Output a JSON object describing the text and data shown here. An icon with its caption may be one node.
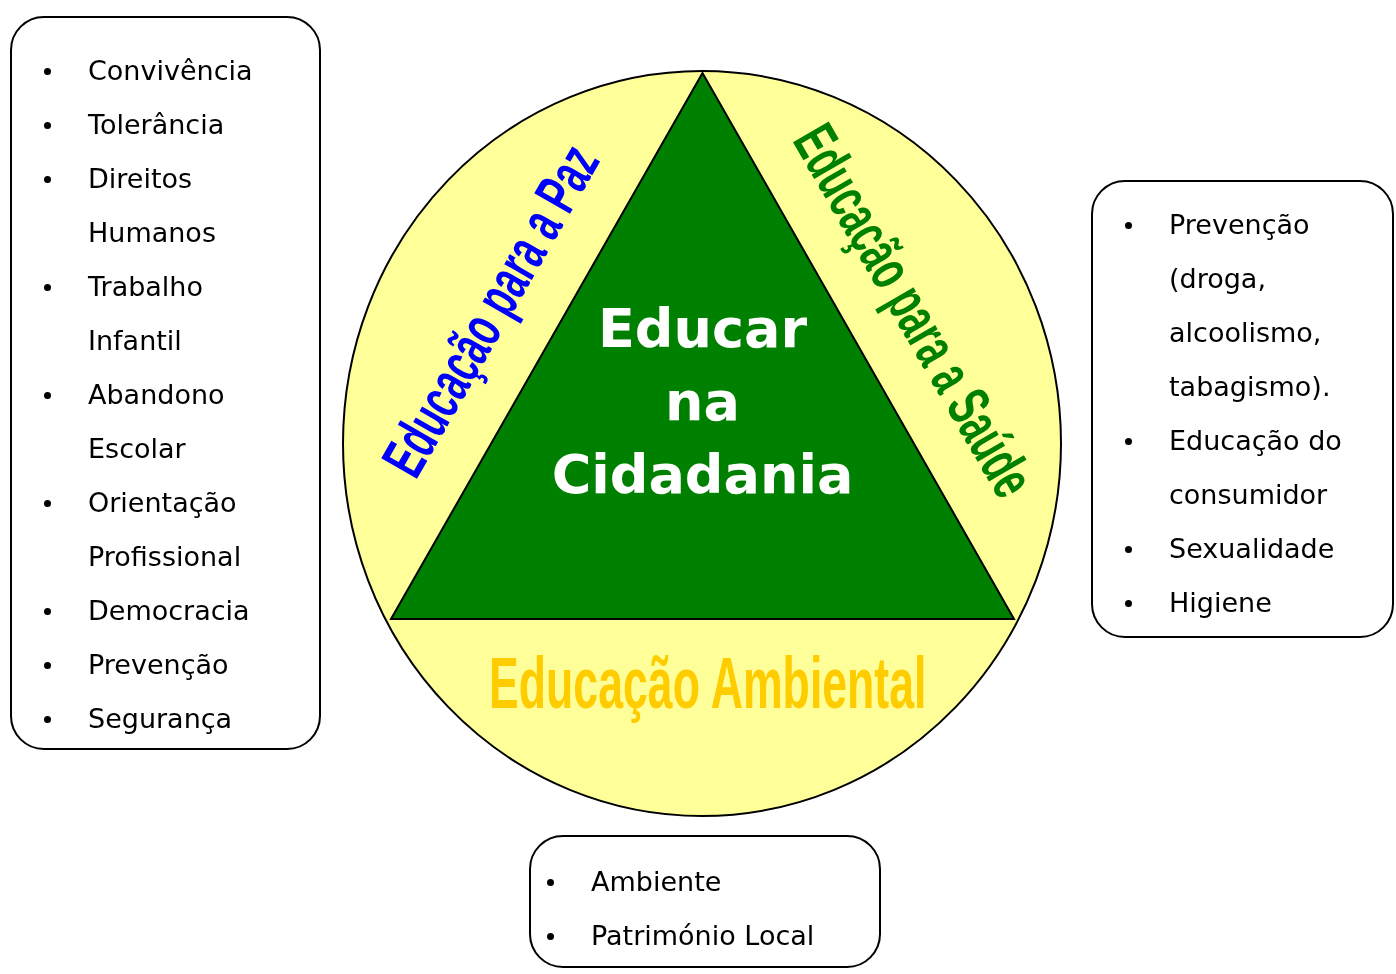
{
  "diagram": {
    "nodes": [
      {
        "text": [
          "Convivência",
          "Tolerância",
          "Direitos Humanos",
          "Trabalho Infantil",
          "Abandono Escolar",
          "Orientação Profissional",
          "Democracia",
          "Prevenção",
          "Segurança"
        ]
      },
      {
        "text": [
          "Educação para a Paz",
          "Educação para a Saúde",
          "Educação Ambiental"
        ]
      },
      {
        "text": [
          "Educar na Cidadania"
        ],
        "in": 1
      },
      {
        "text": [
          "Prevenção (droga, alcoolismo, tabagismo).",
          "Educação do consumidor",
          "Sexualidade",
          "Higiene"
        ]
      },
      {
        "text": [
          "Ambiente",
          "Património Local"
        ]
      }
    ]
  }
}
